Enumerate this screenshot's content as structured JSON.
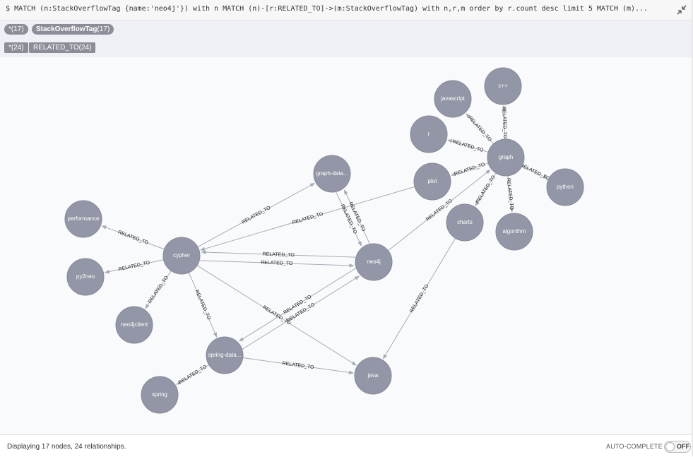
{
  "query": {
    "prompt": "$",
    "text": "MATCH (n:StackOverflowTag {name:'neo4j'}) with n MATCH (n)-[r:RELATED_TO]->(m:StackOverflowTag) with n,r,m order by r.count desc limit 5 MATCH (m)...",
    "collapse_icon": "compress-icon"
  },
  "legend": {
    "node_all": "*(17)",
    "node_label": "StackOverflowTag",
    "node_label_count": "(17)",
    "rel_all": "*(24)",
    "rel_label": "RELATED_TO",
    "rel_label_count": "(24)"
  },
  "graph": {
    "node_color": "#9296a6",
    "node_text_color": "#ffffff",
    "edge_color": "#a8abb6",
    "edge_label_color": "#222222",
    "nodes": [
      {
        "id": "cypher",
        "label": "cypher"
      },
      {
        "id": "neo4j",
        "label": "neo4j"
      },
      {
        "id": "graph-data",
        "label": "graph-data..."
      },
      {
        "id": "spring-data",
        "label": "spring-data..."
      },
      {
        "id": "java",
        "label": "java"
      },
      {
        "id": "performance",
        "label": "performance"
      },
      {
        "id": "py2neo",
        "label": "py2neo"
      },
      {
        "id": "neo4jclient",
        "label": "neo4jclient"
      },
      {
        "id": "spring",
        "label": "spring"
      },
      {
        "id": "graph",
        "label": "graph"
      },
      {
        "id": "javascript",
        "label": "javascript"
      },
      {
        "id": "cpp",
        "label": "c++"
      },
      {
        "id": "r",
        "label": "r"
      },
      {
        "id": "plot",
        "label": "plot"
      },
      {
        "id": "python",
        "label": "python"
      },
      {
        "id": "charts",
        "label": "charts"
      },
      {
        "id": "algorithm",
        "label": "algorithm"
      }
    ],
    "edges": [
      {
        "from": "cypher",
        "to": "performance",
        "label": "RELATED_TO"
      },
      {
        "from": "cypher",
        "to": "py2neo",
        "label": "RELATED_TO"
      },
      {
        "from": "cypher",
        "to": "neo4jclient",
        "label": "RELATED_TO"
      },
      {
        "from": "cypher",
        "to": "spring-data",
        "label": "RELATED_TO"
      },
      {
        "from": "cypher",
        "to": "graph-data",
        "label": "RELATED_TO"
      },
      {
        "from": "cypher",
        "to": "neo4j",
        "label": "RELATED_TO"
      },
      {
        "from": "neo4j",
        "to": "cypher",
        "label": "RELATED_TO"
      },
      {
        "from": "cypher",
        "to": "java",
        "label": "RELATED_TO"
      },
      {
        "from": "plot",
        "to": "cypher",
        "label": "RELATED_TO"
      },
      {
        "from": "neo4j",
        "to": "graph-data",
        "label": "RELATED_TO"
      },
      {
        "from": "graph-data",
        "to": "neo4j",
        "label": "RELATED_TO"
      },
      {
        "from": "spring-data",
        "to": "neo4j",
        "label": "RELATED_TO"
      },
      {
        "from": "neo4j",
        "to": "spring-data",
        "label": "RELATED_TO"
      },
      {
        "from": "spring-data",
        "to": "java",
        "label": "RELATED_TO"
      },
      {
        "from": "spring-data",
        "to": "spring",
        "label": "RELATED_TO"
      },
      {
        "from": "neo4j",
        "to": "graph",
        "label": "RELATED_TO"
      },
      {
        "from": "graph",
        "to": "javascript",
        "label": "RELATED_TO"
      },
      {
        "from": "graph",
        "to": "cpp",
        "label": "RELATED_TO"
      },
      {
        "from": "graph",
        "to": "r",
        "label": "RELATED_TO"
      },
      {
        "from": "graph",
        "to": "plot",
        "label": "RELATED_TO"
      },
      {
        "from": "graph",
        "to": "python",
        "label": "RELATED_TO"
      },
      {
        "from": "graph",
        "to": "charts",
        "label": "RELATED_TO"
      },
      {
        "from": "graph",
        "to": "algorithm",
        "label": "RELATED_TO"
      },
      {
        "from": "charts",
        "to": "java",
        "label": "RELATED_TO"
      }
    ]
  },
  "status": {
    "text": "Displaying 17 nodes, 24 relationships.",
    "autocomplete_label": "AUTO-COMPLETE",
    "toggle_text": "OFF"
  }
}
